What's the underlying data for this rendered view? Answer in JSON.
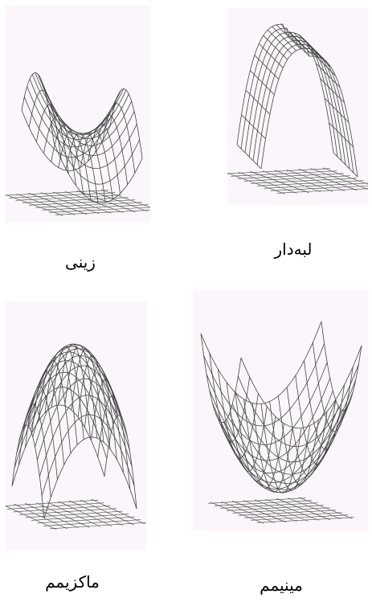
{
  "colors": {
    "panel_background": "#fbf6fb",
    "mesh_stroke": "#444444",
    "label_text": "#000000"
  },
  "figures": [
    {
      "id": "saddle",
      "label": "زینی",
      "icon": "saddle-surface-mesh"
    },
    {
      "id": "ridge",
      "label": "لبه‌دار",
      "icon": "ridge-surface-mesh"
    },
    {
      "id": "maximum",
      "label": "ماکزیمم",
      "icon": "maximum-surface-mesh"
    },
    {
      "id": "minimum",
      "label": "مینیمم",
      "icon": "minimum-surface-mesh"
    }
  ]
}
